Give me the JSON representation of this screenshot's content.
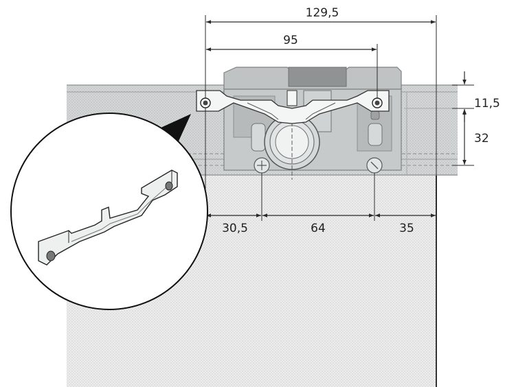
{
  "dimensions": {
    "overall_width": "129,5",
    "hole_spacing": "95",
    "rail_offset": "11,5",
    "rail_height": "32",
    "left_offset": "30,5",
    "center_span": "64",
    "right_offset": "35"
  },
  "colors": {
    "line": "#2a2a2a",
    "panel": "#e6e6e6",
    "rail": "#cfd3d3",
    "bracket": "#f2f2f2",
    "part": "#b9bdbd",
    "part_dark": "#8e9292"
  }
}
